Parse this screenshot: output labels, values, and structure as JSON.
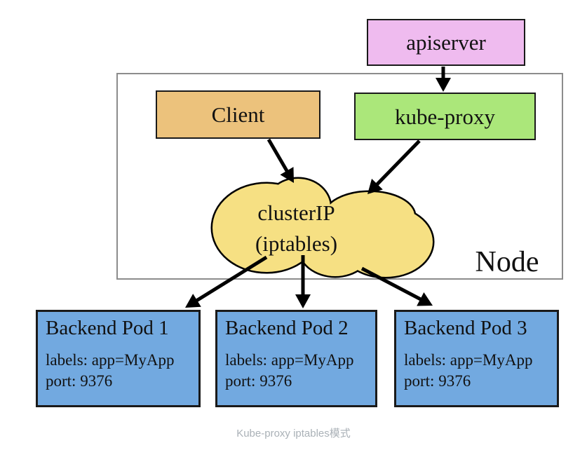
{
  "diagram": {
    "apiserver": {
      "label": "apiserver"
    },
    "client": {
      "label": "Client"
    },
    "kube_proxy": {
      "label": "kube-proxy"
    },
    "cluster_ip": {
      "line1": "clusterIP",
      "line2": "(iptables)"
    },
    "node": {
      "label": "Node"
    },
    "pods": [
      {
        "title": "Backend Pod 1",
        "labels": "labels: app=MyApp",
        "port": "port: 9376"
      },
      {
        "title": "Backend Pod 2",
        "labels": "labels: app=MyApp",
        "port": "port: 9376"
      },
      {
        "title": "Backend Pod 3",
        "labels": "labels: app=MyApp",
        "port": "port: 9376"
      }
    ],
    "caption": "Kube-proxy iptables模式",
    "colors": {
      "apiserver_fill": "#efbbef",
      "client_fill": "#ecc27c",
      "kube_proxy_fill": "#abe77a",
      "cloud_fill": "#f6e083",
      "pod_fill": "#72a9e0",
      "border": "#1a1a1a",
      "node_border": "#8c8c8c",
      "arrow": "#000000",
      "caption_color": "#aab1b7"
    }
  }
}
